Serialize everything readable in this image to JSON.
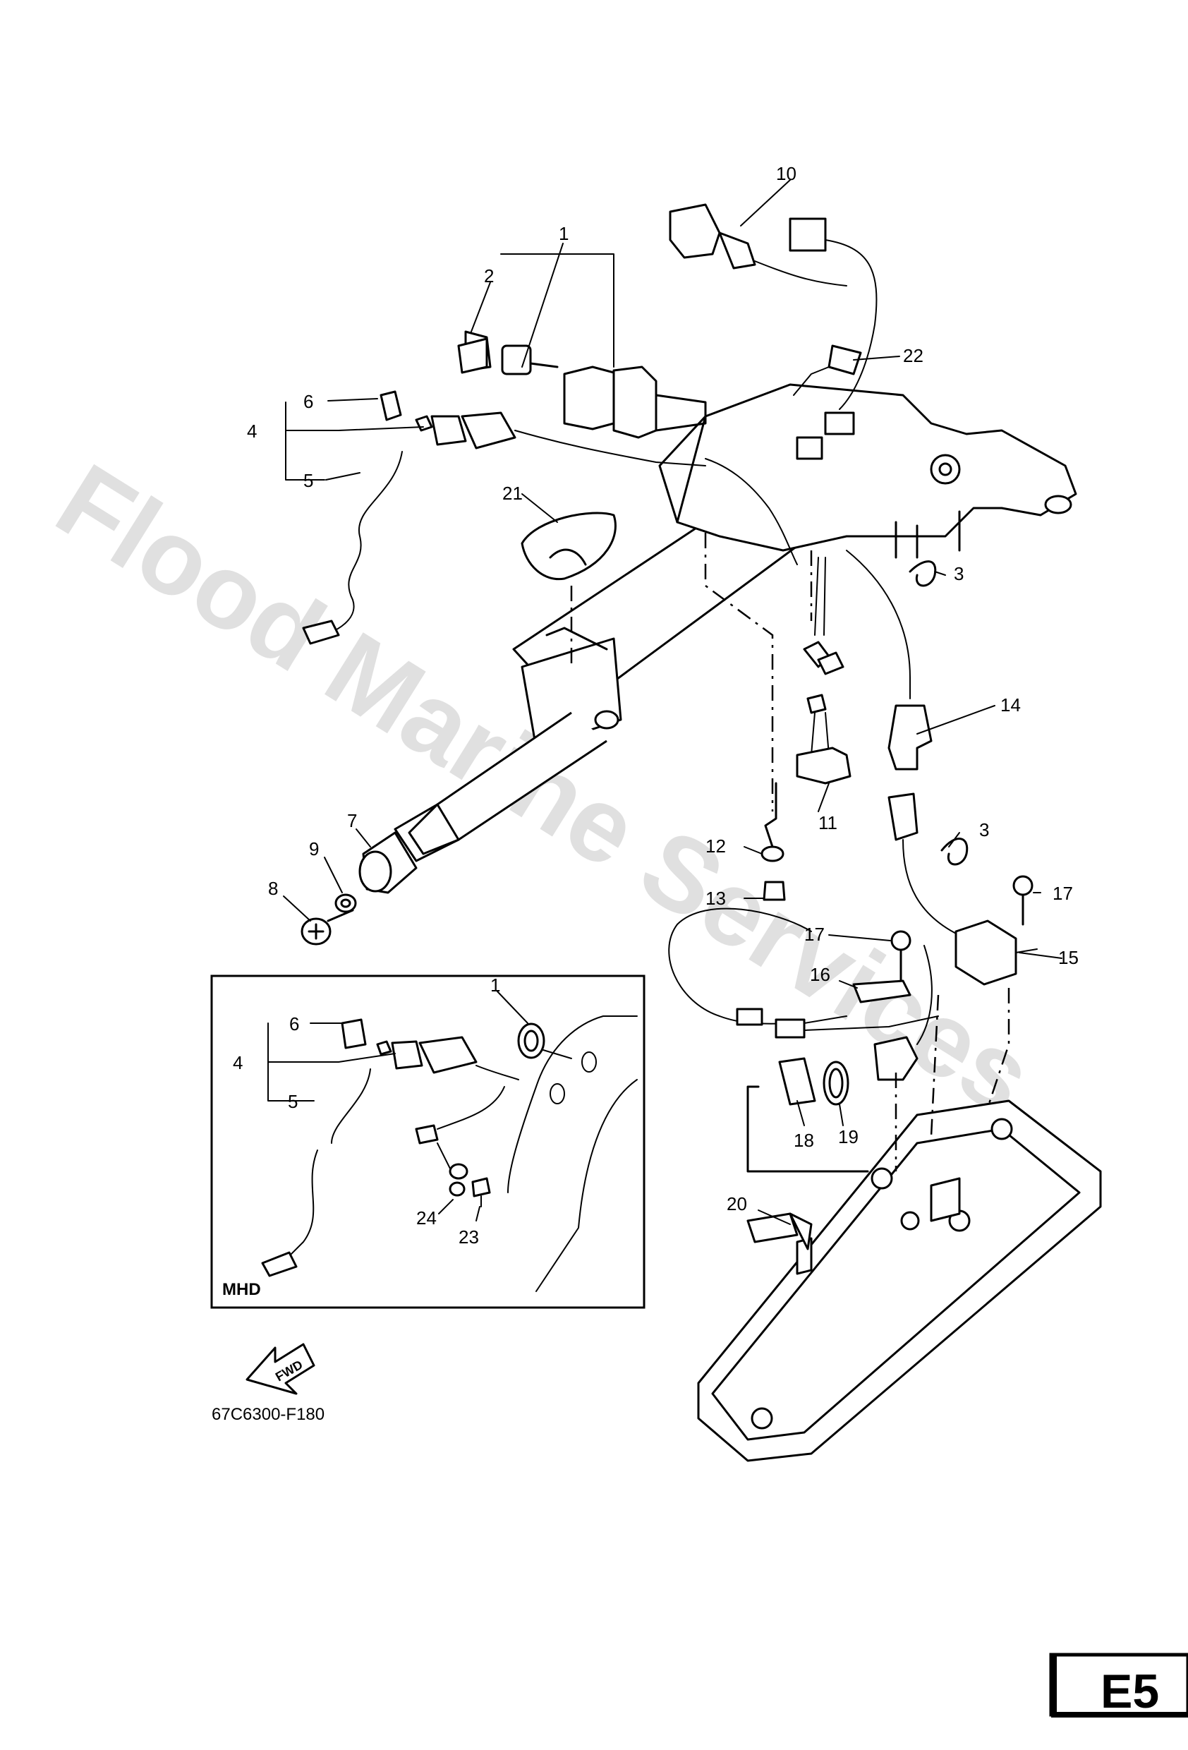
{
  "watermark": "Flood Marine Services",
  "inset_label": "MHD",
  "fwd_label": "FWD",
  "drawing_code": "67C6300-F180",
  "page_tag": "E5",
  "callouts": {
    "c1": "1",
    "c2": "2",
    "c3a": "3",
    "c3b": "3",
    "c4": "4",
    "c5": "5",
    "c6": "6",
    "c7": "7",
    "c8": "8",
    "c9": "9",
    "c10": "10",
    "c11": "11",
    "c12": "12",
    "c13": "13",
    "c14": "14",
    "c15": "15",
    "c16": "16",
    "c17a": "17",
    "c17b": "17",
    "c18": "18",
    "c19": "19",
    "c20": "20",
    "c21": "21",
    "c22": "22"
  },
  "inset_callouts": {
    "c1": "1",
    "c4": "4",
    "c5": "5",
    "c6": "6",
    "c23": "23",
    "c24": "24"
  },
  "icons": [
    "fwd-arrow-icon"
  ]
}
